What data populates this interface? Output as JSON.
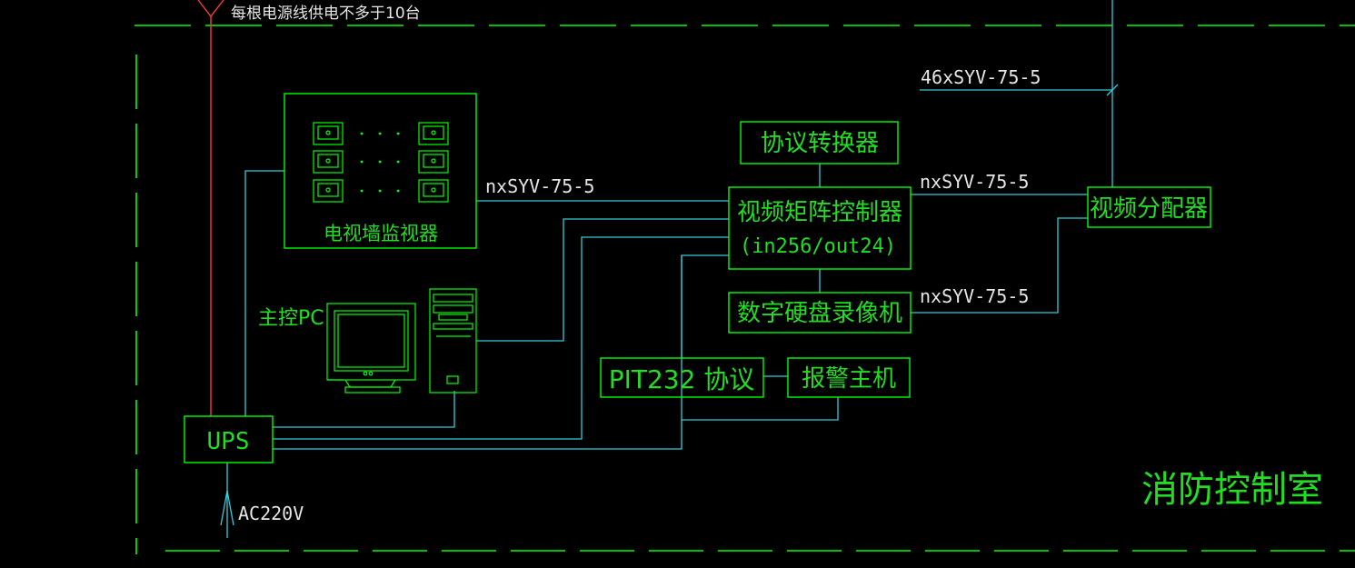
{
  "colors": {
    "background": "#000000",
    "boundary": "#00ff00",
    "box": "#00ff00",
    "cable": "#33ccdd",
    "power": "#ff3b3b",
    "text_white": "#e6e6e6",
    "text_green": "#22dd22"
  },
  "notes": {
    "power_per_line": "每根电源线供电不多于10台",
    "cable_46": "46xSYV-75-5",
    "cable_wall": "nxSYV-75-5",
    "cable_matrix_dist": "nxSYV-75-5",
    "cable_dvr_dist": "nxSYV-75-5",
    "ac_input": "AC220V"
  },
  "devices": {
    "tv_wall": "电视墙监视器",
    "protocol_converter": "协议转换器",
    "matrix_line1": "视频矩阵控制器",
    "matrix_line2": "(in256/out24)",
    "distributor": "视频分配器",
    "dvr": "数字硬盘录像机",
    "pit232": "PIT232 协议",
    "alarm_host": "报警主机",
    "ups": "UPS",
    "main_pc": "主控PC"
  },
  "room_label": "消防控制室"
}
